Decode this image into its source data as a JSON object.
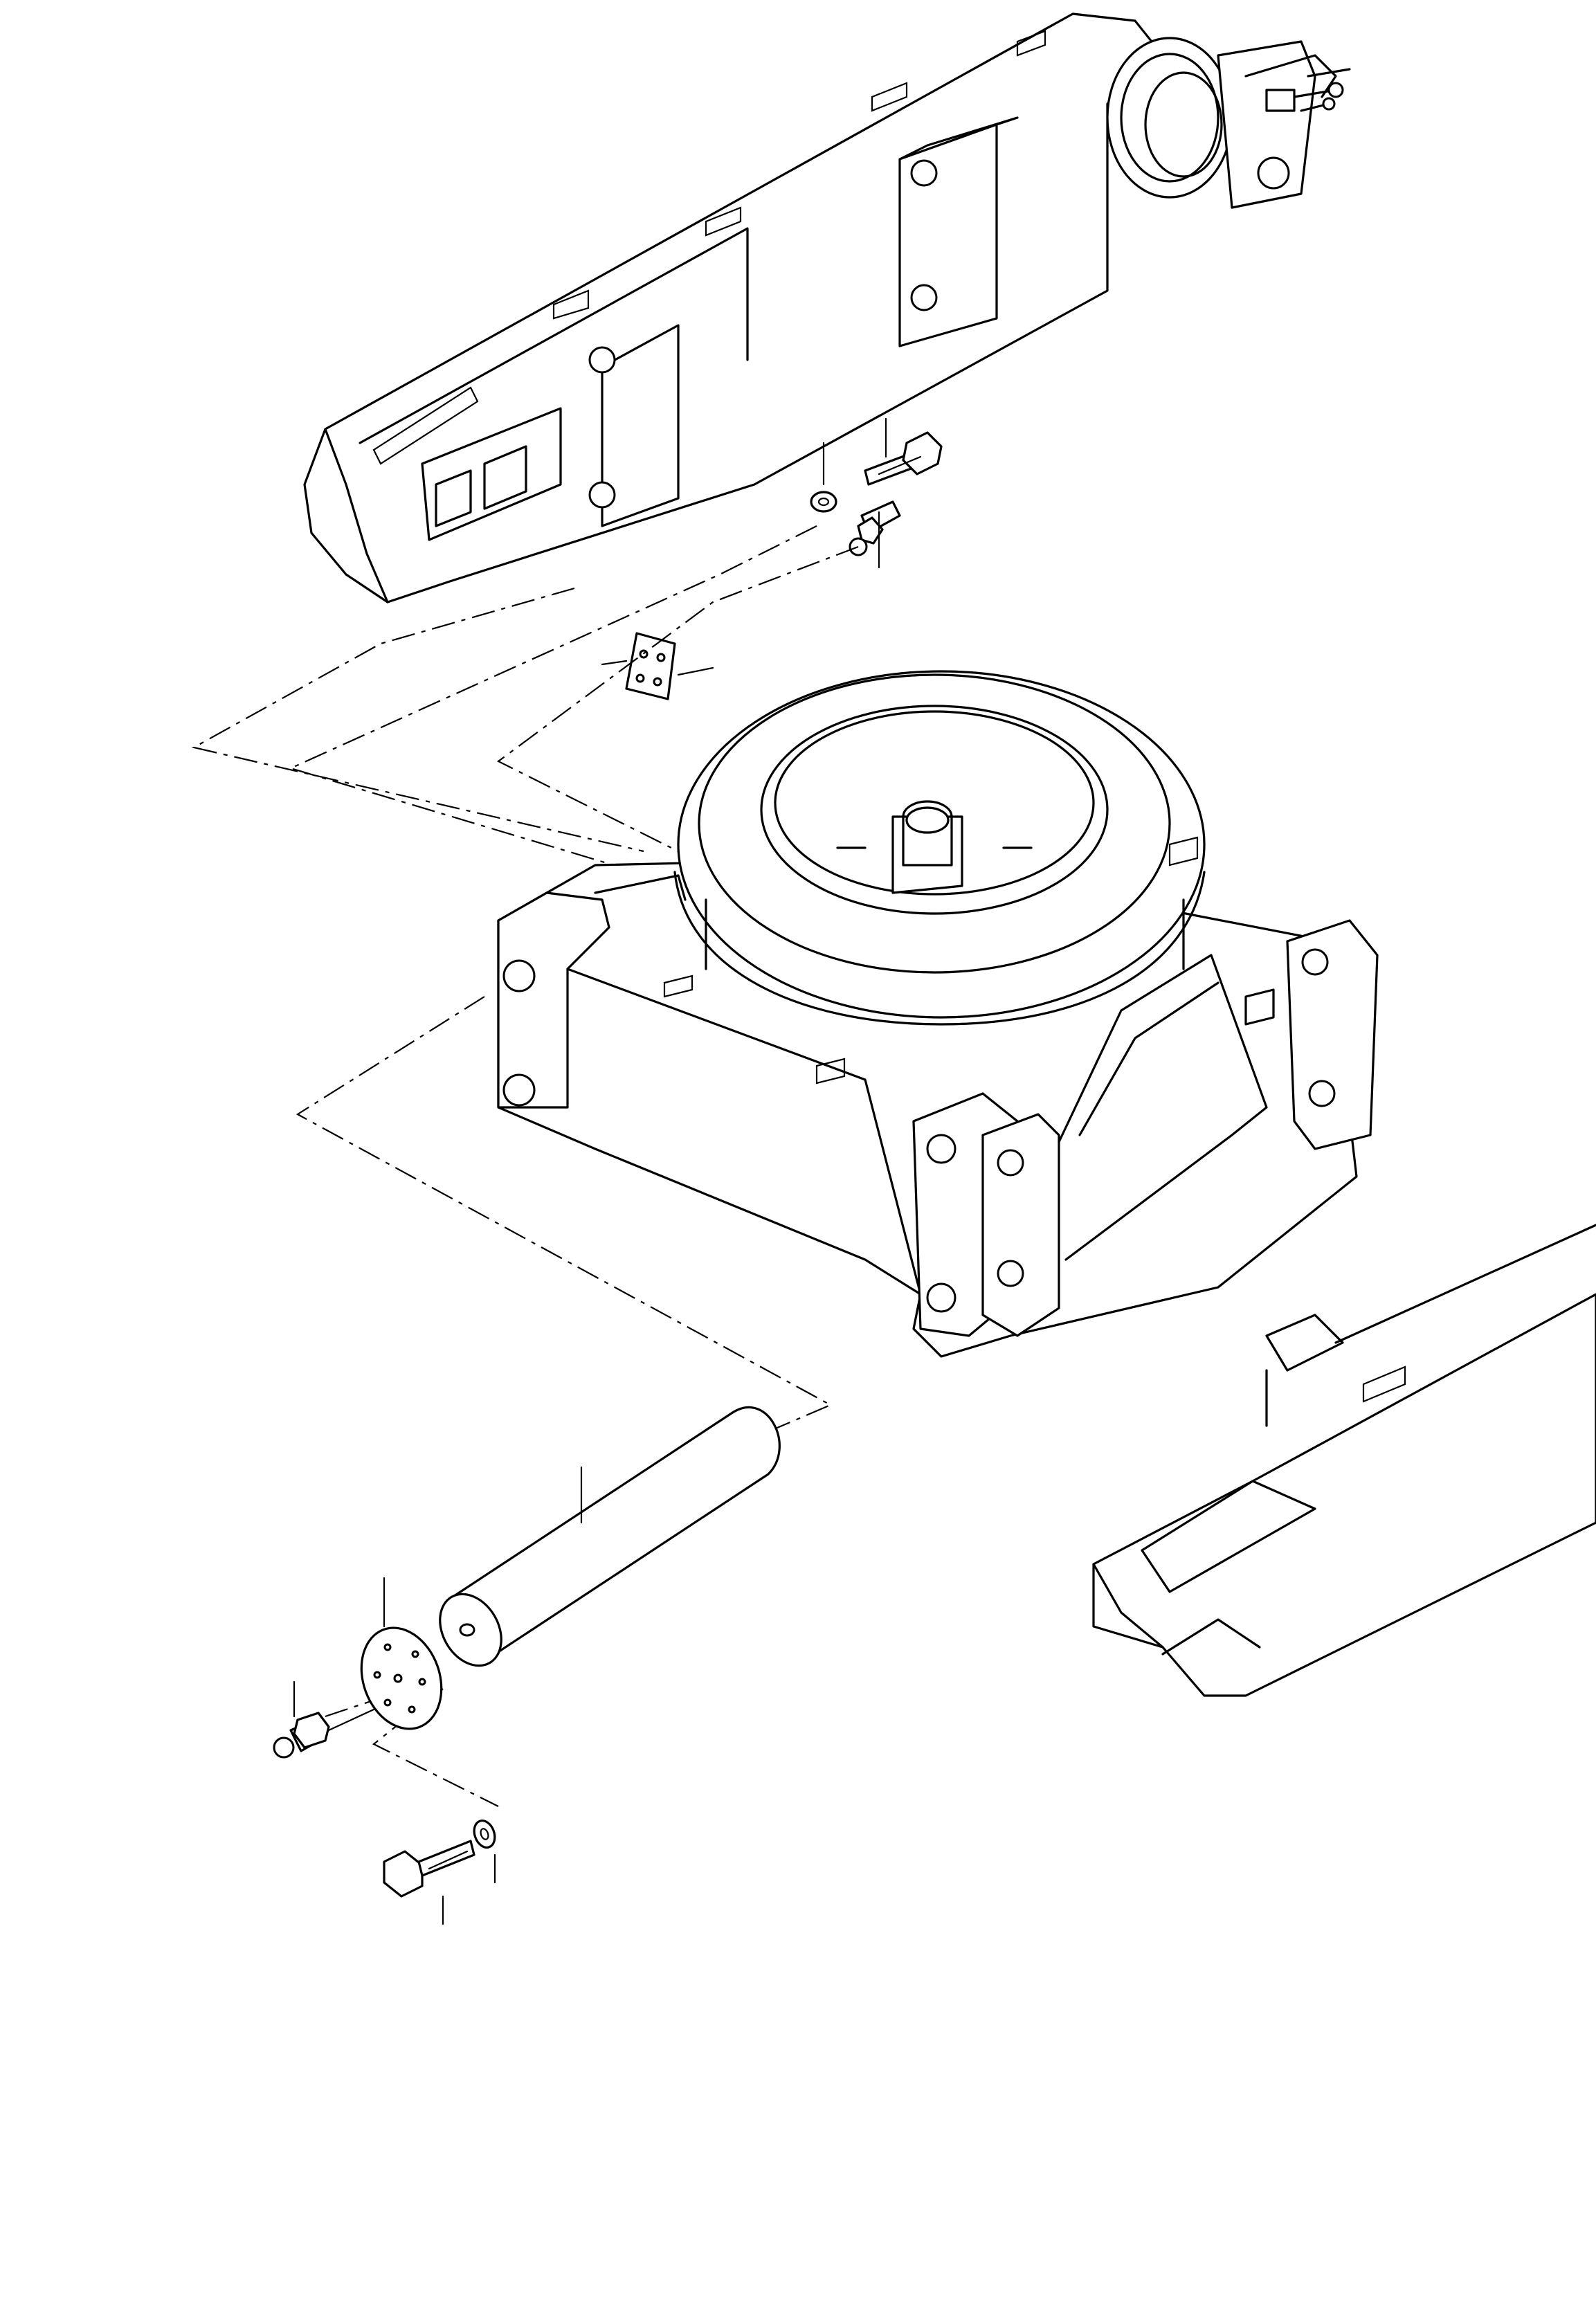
{
  "drawing": {
    "type": "exploded-parts-view",
    "colors": {
      "line": "#000000",
      "background": "#ffffff"
    },
    "components": [
      "upper-boom-arm",
      "leader-line-fitting",
      "swing-frame-ring",
      "pivot-pin",
      "retainer-plate",
      "grease-nipple",
      "bolt",
      "washer",
      "lower-arm"
    ]
  }
}
